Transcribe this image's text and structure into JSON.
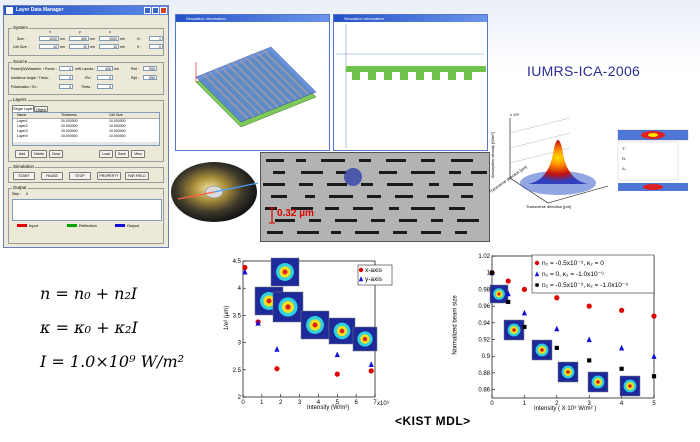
{
  "layer_data_manager": {
    "title": "Layer Data Manager",
    "system_group": "System",
    "col_x": "x",
    "col_y": "y",
    "col_z": "z",
    "size_label": "Size :",
    "size_x": "1000",
    "size_y": "400",
    "size_z": "2000",
    "cell_size_label": "Cell Size :",
    "cell_x": "10",
    "cell_y": "10",
    "cell_z": "10",
    "unit_nm": "nm",
    "n_label": "N :",
    "n_value": "1",
    "k_label": "K :",
    "k_value": "0",
    "source_group": "Source",
    "power_label": "Power(W)/Wavelen. / Power :",
    "power_value": "1",
    "lambda_label": "mW Lamda :",
    "lambda_value": "400",
    "rx_label": "Rx0 :",
    "rx_value": "500",
    "ry_label": "Ry0 :",
    "ry_value": "550",
    "incidence_label": "Incidence Angle / Theta :",
    "theta_value": "0",
    "phi_label": "Phi :",
    "phi_value": "0",
    "polarization_label": "Polarization / Ex :",
    "ex_value": "0",
    "theta2_label": "Theta :",
    "theta2_value": "0",
    "layers_group": "Layers",
    "tab_single": "Single Layer",
    "tab_object": "Object",
    "table_headers": [
      "Name",
      "Thickness",
      "Cell Size"
    ],
    "table_rows": [
      [
        "Layer1",
        "20.000000",
        "10.000000"
      ],
      [
        "Layer2",
        "20.000000",
        "10.000000"
      ],
      [
        "Layer3",
        "20.000000",
        "10.000000"
      ],
      [
        "Layer4",
        "15.000000",
        "10.000000"
      ]
    ],
    "btn_add": "Add",
    "btn_delete": "Delete",
    "btn_clear": "Clear",
    "btn_load": "Load",
    "btn_save": "Save",
    "btn_view": "View",
    "simulation_group": "Simulation",
    "btn_start": "START",
    "btn_pause": "PAUSE",
    "btn_stop": "STOP",
    "btn_property": "PROPERTY",
    "btn_farfield": "FAR FIELD",
    "output_group": "Output",
    "step_label": "Step :",
    "step_value": "0",
    "legend_input": "Input",
    "legend_reflection": "Reflection",
    "legend_output": "Output"
  },
  "sim_window_1": {
    "title": "Simulation Information"
  },
  "sim_window_2": {
    "title": "Simulation Information"
  },
  "headline": "IUMRS-ICA-2006",
  "sem_image": {
    "scale_label": "0.32 µm"
  },
  "surface_plot": {
    "xlabel": "Transverse direction [µm]",
    "ylabel": "Transverse direction [µm]",
    "zlabel": "Absorption density [W/m²]",
    "zscale": "x 10⁵"
  },
  "equations": {
    "eq1": "n = n₀ + n₂I",
    "eq2": "κ = κ₀ + κ₂I",
    "eq3": "I = 1.0×10⁹ W/m²"
  },
  "chart_data": [
    {
      "type": "scatter",
      "xlabel": "Intensity (W/m²)",
      "ylabel": "1/e² (µm)",
      "xscale": "x10⁹",
      "xlim": [
        0,
        7
      ],
      "ylim": [
        2,
        4.5
      ],
      "xticks": [
        "0",
        "1",
        "2",
        "3",
        "4",
        "5",
        "6",
        "7"
      ],
      "yticks": [
        "2",
        "2.5",
        "3",
        "3.5",
        "4",
        "4.5"
      ],
      "series": [
        {
          "name": "x-axis",
          "color": "#e00000",
          "marker": "circle",
          "points": [
            [
              0.1,
              4.38
            ],
            [
              0.8,
              3.38
            ],
            [
              1.8,
              2.52
            ],
            [
              5.0,
              2.42
            ],
            [
              6.8,
              2.48
            ]
          ]
        },
        {
          "name": "y-axis",
          "color": "#1010d8",
          "marker": "triangle",
          "points": [
            [
              0.1,
              4.3
            ],
            [
              0.8,
              3.36
            ],
            [
              1.8,
              2.88
            ],
            [
              5.0,
              2.78
            ],
            [
              6.8,
              2.6
            ]
          ]
        }
      ]
    },
    {
      "type": "scatter",
      "xlabel": "Intensity ( X 10⁹ W/m² )",
      "ylabel": "Normalized beam size",
      "xlim": [
        0,
        5
      ],
      "ylim": [
        0.85,
        1.02
      ],
      "xticks": [
        "0",
        "1",
        "2",
        "3",
        "4",
        "5"
      ],
      "yticks": [
        "0.86",
        "0.88",
        "0.9",
        "0.92",
        "0.94",
        "0.96",
        "0.98",
        "1",
        "1.02"
      ],
      "series": [
        {
          "name": "n₂ = -0.5x10⁻⁹, κ₂ = 0",
          "color": "#e00000",
          "marker": "circle",
          "points": [
            [
              0,
              1.0
            ],
            [
              0.5,
              0.99
            ],
            [
              1,
              0.98
            ],
            [
              2,
              0.97
            ],
            [
              3,
              0.96
            ],
            [
              4,
              0.955
            ],
            [
              5,
              0.948
            ]
          ]
        },
        {
          "name": "n₂ = 0, κ₂ = -1.0x10⁻⁹",
          "color": "#1010d8",
          "marker": "triangle",
          "points": [
            [
              0,
              1.0
            ],
            [
              0.5,
              0.975
            ],
            [
              1,
              0.952
            ],
            [
              2,
              0.933
            ],
            [
              3,
              0.92
            ],
            [
              4,
              0.91
            ],
            [
              5,
              0.9
            ]
          ]
        },
        {
          "name": "n₂ = -0.5x10⁻⁹, κ₂ = -1.0x10⁻⁹",
          "color": "#000000",
          "marker": "square",
          "points": [
            [
              0,
              1.0
            ],
            [
              0.5,
              0.965
            ],
            [
              1,
              0.935
            ],
            [
              2,
              0.91
            ],
            [
              3,
              0.895
            ],
            [
              4,
              0.885
            ],
            [
              5,
              0.876
            ]
          ]
        }
      ]
    }
  ],
  "footer": {
    "label": "<KIST MDL>"
  }
}
